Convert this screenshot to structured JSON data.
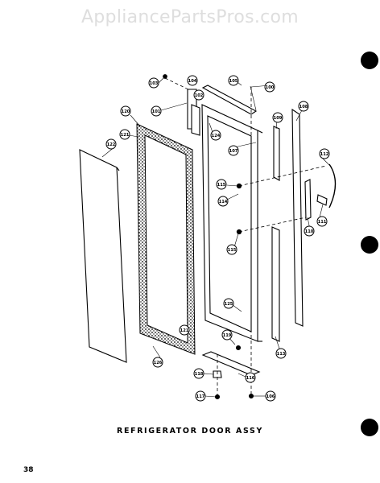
{
  "watermark": "AppliancePartsPros.com",
  "caption": "REFRIGERATOR DOOR ASSY",
  "page_number": "38",
  "callouts": [
    "100",
    "101",
    "102",
    "103",
    "104",
    "105",
    "106",
    "107",
    "108",
    "109",
    "110",
    "111",
    "112",
    "113",
    "114",
    "115",
    "116",
    "117",
    "118",
    "119",
    "120",
    "121",
    "122",
    "123",
    "124",
    "125",
    "126"
  ]
}
